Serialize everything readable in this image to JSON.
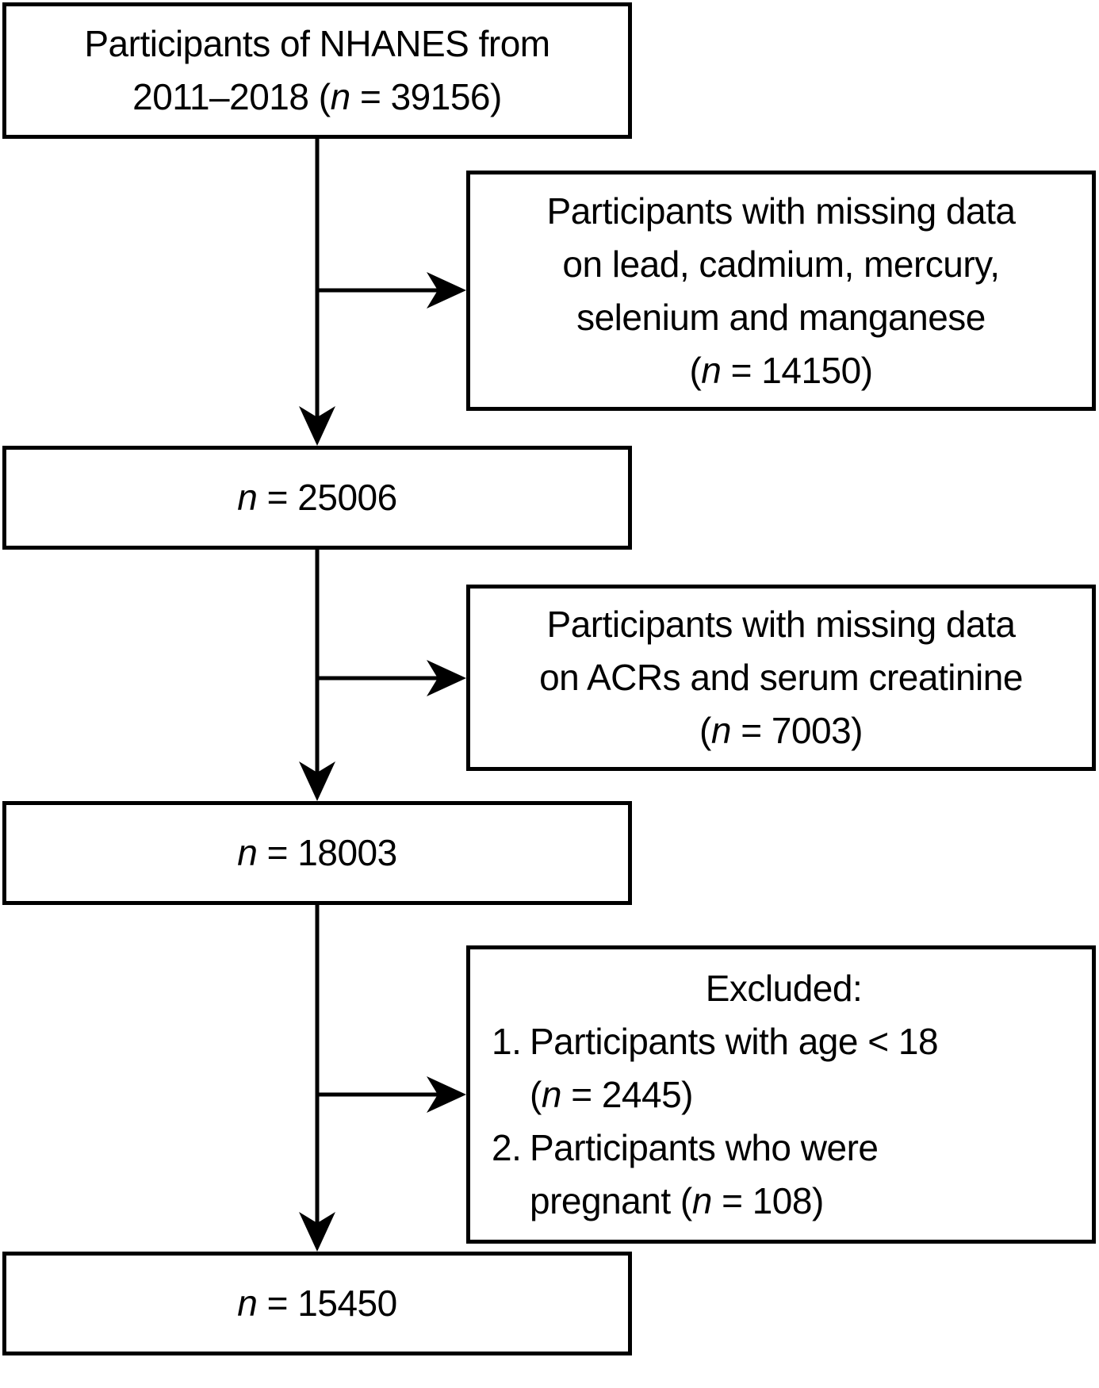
{
  "figure": {
    "type": "participant-flow-diagram",
    "colors": {
      "line": "#000000",
      "text": "#000000",
      "background": "#ffffff"
    }
  },
  "symbols": {
    "n": "n"
  },
  "flowchart": {
    "main_boxes": {
      "start": {
        "line1": "Participants of NHANES from",
        "line2_pre": "2011–2018 (",
        "line2_post": " = 39156)"
      },
      "after_metals": {
        "count_text": " = 25006"
      },
      "after_acr": {
        "count_text": " = 18003"
      },
      "final": {
        "count_text": " = 15450"
      }
    },
    "side_boxes": {
      "missing_metals": {
        "line1": "Participants with missing data",
        "line2": "on lead, cadmium, mercury,",
        "line3": "selenium and manganese",
        "line4_pre": "(",
        "line4_post": " = 14150)"
      },
      "missing_acr": {
        "line1": "Participants with missing data",
        "line2": "on ACRs and serum creatinine",
        "line3_pre": "(",
        "line3_post": " = 7003)"
      },
      "excluded": {
        "heading": "Excluded:",
        "item1_marker": "1.",
        "item1_line1": "Participants with age < 18",
        "item1_line2_pre": "(",
        "item1_line2_post": " = 2445)",
        "item2_marker": "2.",
        "item2_line1": "Participants who were",
        "item2_line2_pre": "pregnant (",
        "item2_line2_post": " = 108)"
      }
    }
  }
}
